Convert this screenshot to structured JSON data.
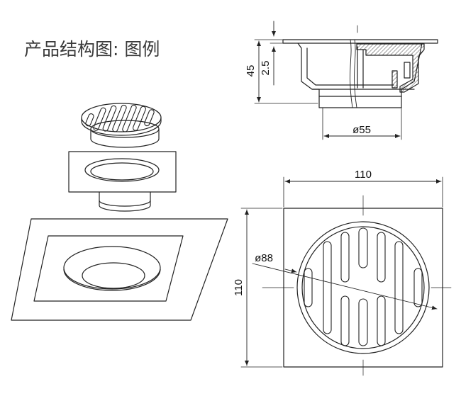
{
  "title": "产品结构图: 图例",
  "dimensions": {
    "side_total_height": "45",
    "side_flange_thickness": "2.5",
    "side_outlet_diameter": "ø55",
    "plan_width": "110",
    "plan_height": "110",
    "grate_diameter": "ø88"
  },
  "colors": {
    "line": "#222222",
    "hatch": "#444444",
    "background": "#ffffff"
  }
}
